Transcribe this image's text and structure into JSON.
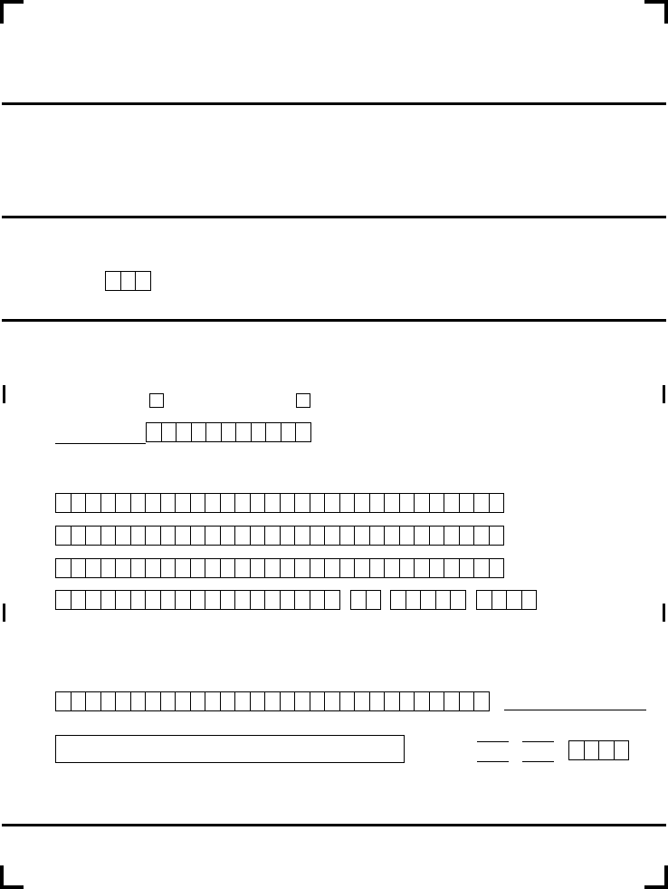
{
  "form": {
    "sections": [
      "header",
      "section-1",
      "section-2",
      "section-3",
      "section-4"
    ],
    "box_groups": {
      "code_boxes": 3,
      "id_number_boxes": 11,
      "name_line_1": 30,
      "name_line_2": 30,
      "name_line_3": 30,
      "address_main": 19,
      "address_state": 2,
      "address_zip5": 5,
      "address_zip4": 4,
      "signature_line_boxes": 29,
      "year_boxes": 4
    },
    "checkboxes": [
      "option-1",
      "option-2"
    ]
  }
}
